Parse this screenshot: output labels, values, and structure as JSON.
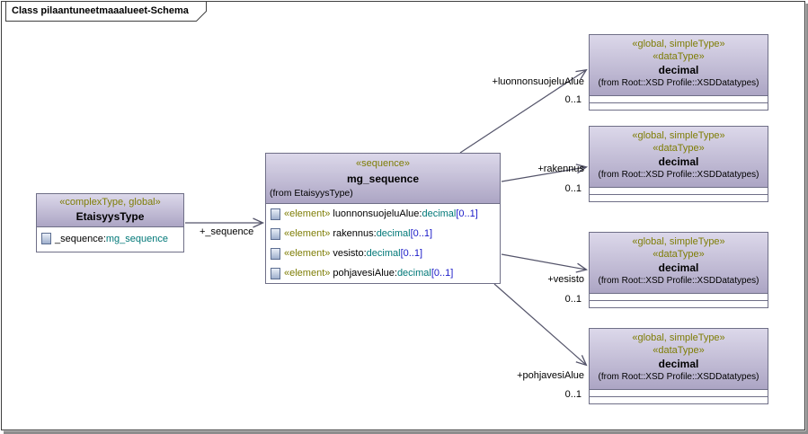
{
  "frame": {
    "title": "Class pilaantuneetmaaalueet-Schema"
  },
  "colors": {
    "stereotype_text": "#7e7d05",
    "type_text": "#007878",
    "cardinality_text": "#1919c8",
    "header_gradient_top": "#dcd8ea",
    "header_gradient_bottom": "#aca5c4",
    "box_border": "#6f6f87",
    "connector": "#54546a"
  },
  "etaisyys_type": {
    "stereotype": "«complexType, global»",
    "name": "EtaisyysType",
    "attributes": [
      {
        "name": "_sequence:",
        "type": "mg_sequence"
      }
    ]
  },
  "mg_sequence": {
    "stereotype": "«sequence»",
    "name": "mg_sequence",
    "from": "(from EtaisyysType)",
    "elements": [
      {
        "stereotype": "«element»",
        "name": "luonnonsuojeluAlue:",
        "type": "decimal",
        "cardinality": "[0..1]"
      },
      {
        "stereotype": "«element»",
        "name": "rakennus:",
        "type": "decimal",
        "cardinality": "[0..1]"
      },
      {
        "stereotype": "«element»",
        "name": "vesisto:",
        "type": "decimal",
        "cardinality": "[0..1]"
      },
      {
        "stereotype": "«element»",
        "name": "pohjavesiAlue:",
        "type": "decimal",
        "cardinality": "[0..1]"
      }
    ]
  },
  "datatypes": [
    {
      "stereotype1": "«global, simpleType»",
      "stereotype2": "«dataType»",
      "name": "decimal",
      "from": "(from Root::XSD Profile::XSDDatatypes)"
    },
    {
      "stereotype1": "«global, simpleType»",
      "stereotype2": "«dataType»",
      "name": "decimal",
      "from": "(from Root::XSD Profile::XSDDatatypes)"
    },
    {
      "stereotype1": "«global, simpleType»",
      "stereotype2": "«dataType»",
      "name": "decimal",
      "from": "(from Root::XSD Profile::XSDDatatypes)"
    },
    {
      "stereotype1": "«global, simpleType»",
      "stereotype2": "«dataType»",
      "name": "decimal",
      "from": "(from Root::XSD Profile::XSDDatatypes)"
    }
  ],
  "connectors": {
    "sequence": {
      "label": "+_sequence"
    },
    "roles": [
      {
        "label": "+luonnonsuojeluAlue",
        "cardinality": "0..1"
      },
      {
        "label": "+rakennus",
        "cardinality": "0..1"
      },
      {
        "label": "+vesisto",
        "cardinality": "0..1"
      },
      {
        "label": "+pohjavesiAlue",
        "cardinality": "0..1"
      }
    ]
  }
}
